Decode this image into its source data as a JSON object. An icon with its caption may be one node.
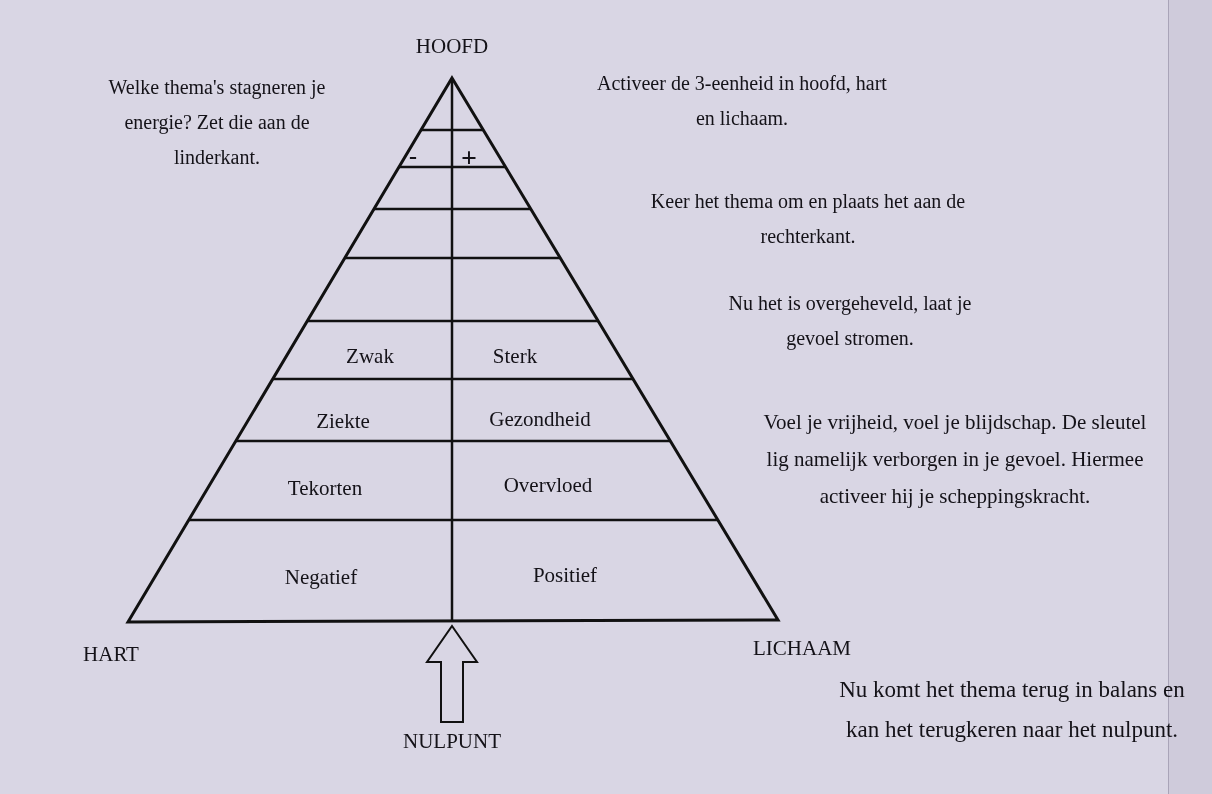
{
  "diagram": {
    "nodes": [
      {
        "text": [],
        "shape": "triangle"
      },
      {
        "text": [
          "NULPUNT"
        ]
      }
    ],
    "edges": [
      {
        "from": 1,
        "to": 0,
        "arrow": "to"
      }
    ],
    "labels": [
      "HOOFD",
      "Welke thema's stagneren je energie? Zet die aan de linderkant.",
      "Activeer de 3-eenheid in hoofd, hart en lichaam.",
      "-",
      "+",
      "Keer het thema om en plaats het aan de rechterkant.",
      "Nu het is overgeheveld, laat je gevoel stromen.",
      "Zwak",
      "Sterk",
      "Ziekte",
      "Gezondheid",
      "Voel je vrijheid, voel je blijdschap. De sleutel lig namelijk verborgen in je gevoel. Hiermee activeer hij je scheppingskracht.",
      "Tekorten",
      "Overvloed",
      "Negatief",
      "Positief",
      "HART",
      "LICHAAM",
      "Nu komt het thema terug in balans en kan het terugkeren naar het nulpunt."
    ]
  }
}
